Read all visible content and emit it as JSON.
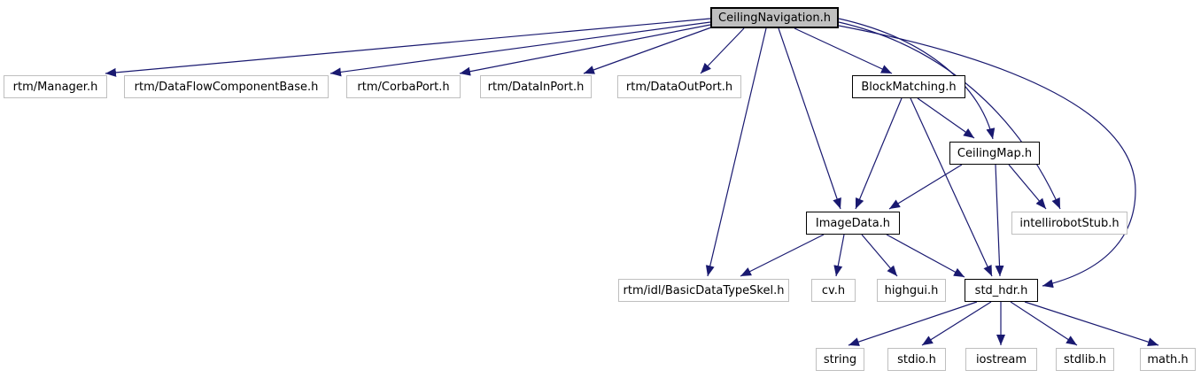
{
  "diagram": {
    "type": "include-dependency-graph",
    "edge_color": "#191970",
    "root_fill_color": "#bfbfbf",
    "linked_border_color": "#000000",
    "external_border_color": "#bfbfbf",
    "nodes": {
      "root": {
        "label": "CeilingNavigation.h"
      },
      "manager": {
        "label": "rtm/Manager.h"
      },
      "dfcb": {
        "label": "rtm/DataFlowComponentBase.h"
      },
      "corbaport": {
        "label": "rtm/CorbaPort.h"
      },
      "datainport": {
        "label": "rtm/DataInPort.h"
      },
      "dataoutport": {
        "label": "rtm/DataOutPort.h"
      },
      "blockmatching": {
        "label": "BlockMatching.h"
      },
      "ceilingmap": {
        "label": "CeilingMap.h"
      },
      "imagedata": {
        "label": "ImageData.h"
      },
      "intellirobotstub": {
        "label": "intellirobotStub.h"
      },
      "basicskel": {
        "label": "rtm/idl/BasicDataTypeSkel.h"
      },
      "cv": {
        "label": "cv.h"
      },
      "highgui": {
        "label": "highgui.h"
      },
      "stdhdr": {
        "label": "std_hdr.h"
      },
      "string": {
        "label": "string"
      },
      "stdio": {
        "label": "stdio.h"
      },
      "iostream": {
        "label": "iostream"
      },
      "stdlib": {
        "label": "stdlib.h"
      },
      "math": {
        "label": "math.h"
      }
    },
    "edges": [
      {
        "from": "CeilingNavigation.h",
        "to": "rtm/Manager.h"
      },
      {
        "from": "CeilingNavigation.h",
        "to": "rtm/DataFlowComponentBase.h"
      },
      {
        "from": "CeilingNavigation.h",
        "to": "rtm/CorbaPort.h"
      },
      {
        "from": "CeilingNavigation.h",
        "to": "rtm/DataInPort.h"
      },
      {
        "from": "CeilingNavigation.h",
        "to": "rtm/DataOutPort.h"
      },
      {
        "from": "CeilingNavigation.h",
        "to": "BlockMatching.h"
      },
      {
        "from": "CeilingNavigation.h",
        "to": "CeilingMap.h"
      },
      {
        "from": "CeilingNavigation.h",
        "to": "ImageData.h"
      },
      {
        "from": "CeilingNavigation.h",
        "to": "rtm/idl/BasicDataTypeSkel.h"
      },
      {
        "from": "CeilingNavigation.h",
        "to": "intellirobotStub.h"
      },
      {
        "from": "CeilingNavigation.h",
        "to": "std_hdr.h"
      },
      {
        "from": "BlockMatching.h",
        "to": "CeilingMap.h"
      },
      {
        "from": "BlockMatching.h",
        "to": "ImageData.h"
      },
      {
        "from": "BlockMatching.h",
        "to": "std_hdr.h"
      },
      {
        "from": "CeilingMap.h",
        "to": "ImageData.h"
      },
      {
        "from": "CeilingMap.h",
        "to": "intellirobotStub.h"
      },
      {
        "from": "CeilingMap.h",
        "to": "std_hdr.h"
      },
      {
        "from": "ImageData.h",
        "to": "rtm/idl/BasicDataTypeSkel.h"
      },
      {
        "from": "ImageData.h",
        "to": "cv.h"
      },
      {
        "from": "ImageData.h",
        "to": "highgui.h"
      },
      {
        "from": "ImageData.h",
        "to": "std_hdr.h"
      },
      {
        "from": "std_hdr.h",
        "to": "string"
      },
      {
        "from": "std_hdr.h",
        "to": "stdio.h"
      },
      {
        "from": "std_hdr.h",
        "to": "iostream"
      },
      {
        "from": "std_hdr.h",
        "to": "stdlib.h"
      },
      {
        "from": "std_hdr.h",
        "to": "math.h"
      }
    ]
  }
}
